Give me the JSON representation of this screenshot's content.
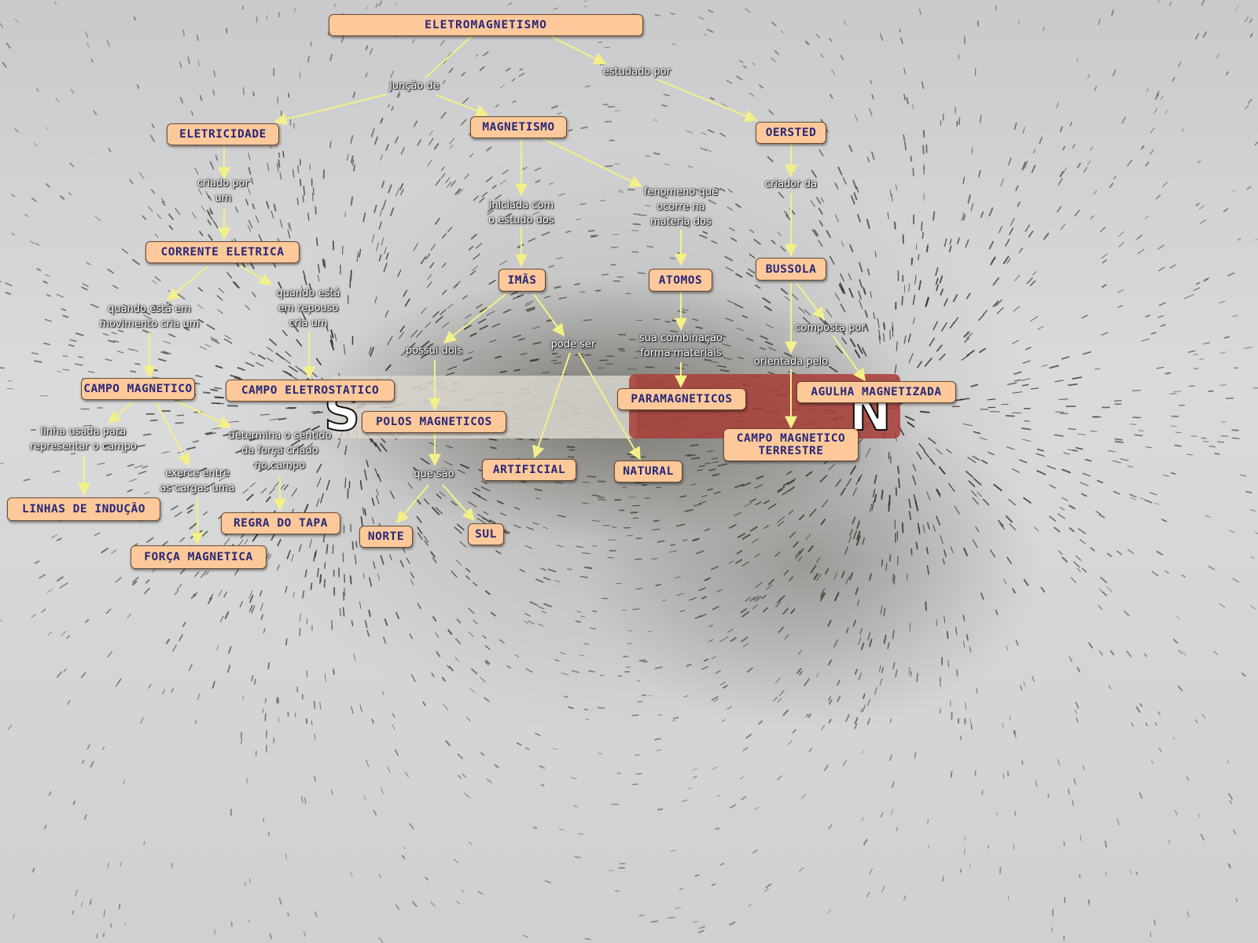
{
  "title": "ELETROMAGNETISMO",
  "colors": {
    "node_fill": "#fdc99a",
    "node_text": "#27277a",
    "arrow": "#f3f08a",
    "link_text": "#ffffff",
    "magnet_red": "#a8403a"
  },
  "background": {
    "poles": {
      "south": "S",
      "north": "N"
    }
  },
  "concepts": {
    "eletromagnetismo": "ELETROMAGNETISMO",
    "eletricidade": "ELETRICIDADE",
    "magnetismo": "MAGNETISMO",
    "oersted": "OERSTED",
    "corrente_eletrica": "CORRENTE ELETRICA",
    "imas": "IMÃS",
    "atomos": "ATOMOS",
    "bussola": "BUSSOLA",
    "campo_magnetico": "CAMPO MAGNETICO",
    "campo_eletrostatico": "CAMPO ELETROSTATICO",
    "polos_magneticos": "POLOS MAGNETICOS",
    "paramagneticos": "PARAMAGNETICOS",
    "agulha_magnetizada": "AGULHA MAGNETIZADA",
    "campo_magnetico_terrestre": "CAMPO MAGNETICO\nTERRESTRE",
    "artificial": "ARTIFICIAL",
    "natural": "NATURAL",
    "linhas_de_inducao": "LINHAS DE INDUÇÃO",
    "regra_do_tapa": "REGRA DO TAPA",
    "norte": "NORTE",
    "sul": "SUL",
    "forca_magnetica": "FORÇA MAGNETICA"
  },
  "links": {
    "juncao_de": "junção de",
    "estudado_por": "estudado por",
    "criado_por_um": "criado por\num",
    "iniciada_com": "iniciada com\no estudo dos",
    "fenomeno": "fenomeno que\nocorre na\nmateria dos",
    "criador_da": "criador da",
    "quando_movimento": "quando está em\nmovimento cria um",
    "quando_repouso": "quando está\nem repouso\ncria um",
    "possui_dois": "possui dois",
    "pode_ser": "pode ser",
    "sua_combinacao": "sua combinação\nforma materiais",
    "composta_por": "composta por",
    "orientada_pelo": "orientada pelo",
    "linha_usada": "linha usada para\nrepresentar o campo",
    "determina": "determina o sentido\nda força criado\nno campo",
    "exerce_entre": "exerce entre\nas cargas uma",
    "que_sao": "que são"
  }
}
